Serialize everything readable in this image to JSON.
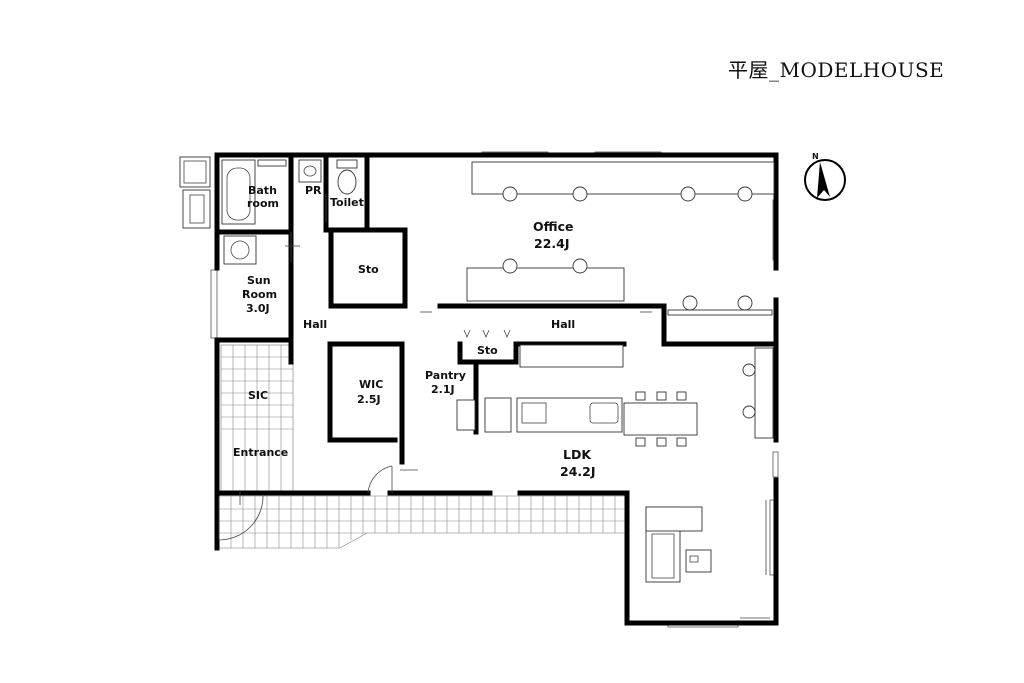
{
  "title": "平屋_MODELHOUSE",
  "compass_letter": "N",
  "rooms": {
    "bath_line1": "Bath",
    "bath_line2": "room",
    "pr": "PR",
    "toilet": "Toilet",
    "office_name": "Office",
    "office_size": "22.4J",
    "sto_upper": "Sto",
    "sun_line1": "Sun",
    "sun_line2": "Room",
    "sun_size": "3.0J",
    "hall_left": "Hall",
    "hall_main": "Hall",
    "sto_lower": "Sto",
    "pantry_name": "Pantry",
    "pantry_size": "2.1J",
    "wic_name": "WIC",
    "wic_size": "2.5J",
    "sic": "SIC",
    "entrance": "Entrance",
    "ldk_name": "LDK",
    "ldk_size": "24.2J"
  }
}
